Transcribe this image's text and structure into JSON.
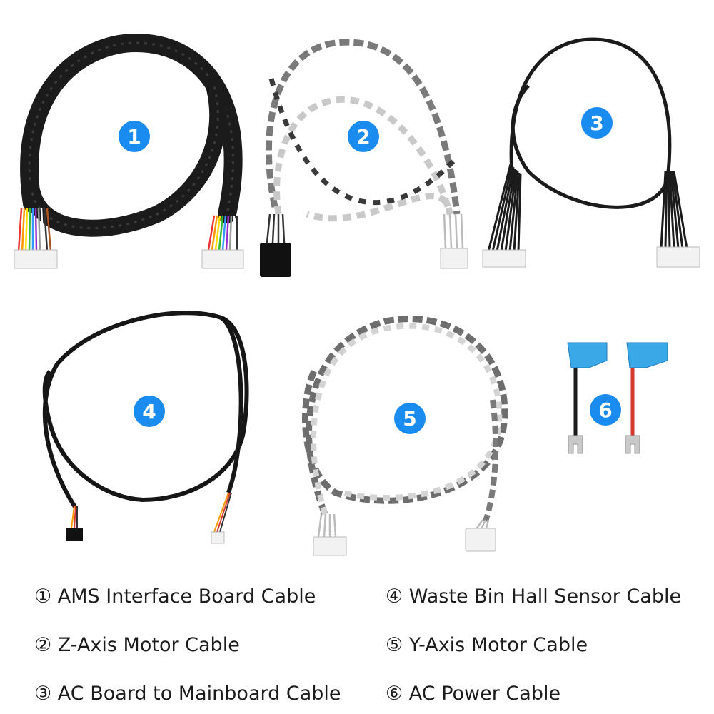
{
  "cables": [
    {
      "number": "1",
      "legend": "① AMS Interface Board Cable"
    },
    {
      "number": "2",
      "legend": "② Z-Axis Motor Cable"
    },
    {
      "number": "3",
      "legend": "③ AC Board to Mainboard Cable"
    },
    {
      "number": "4",
      "legend": "④ Waste Bin Hall Sensor Cable"
    },
    {
      "number": "5",
      "legend": "⑤ Y-Axis Motor Cable"
    },
    {
      "number": "6",
      "legend": "⑥ AC Power Cable"
    }
  ],
  "colors": {
    "badge": "#1a8cf0",
    "sleeve_black": "#1b1b1b",
    "twisted_gray": "#8a8a8a",
    "connector_white": "#f2f2f2",
    "connector_black": "#111111",
    "terminal_blue": "#3aa7e6",
    "wire_red": "#d33a2c"
  }
}
